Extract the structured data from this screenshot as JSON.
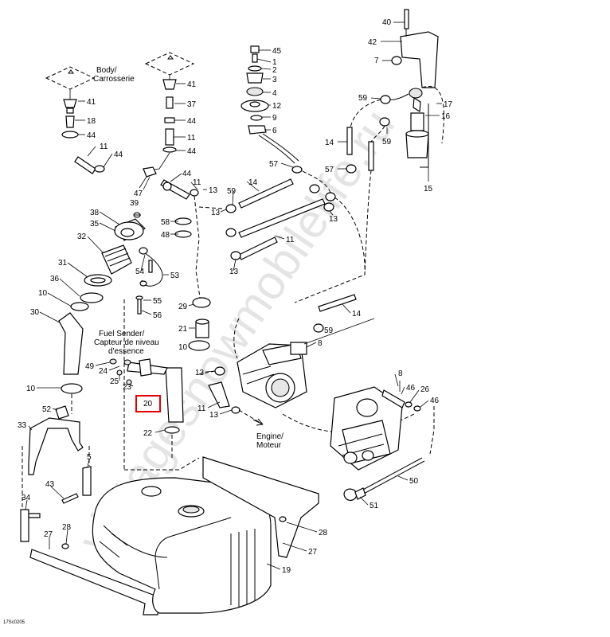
{
  "diagram": {
    "labels": {
      "l40": "40",
      "l42": "42",
      "l7": "7",
      "l45": "45",
      "l1": "1",
      "l2": "2",
      "l3": "3",
      "l4": "4",
      "l12": "12",
      "l9": "9",
      "l6": "6",
      "l59a": "59",
      "l17": "17",
      "l16": "16",
      "l59b": "59",
      "l15": "15",
      "l14a": "14",
      "l57": "57",
      "l57b": "57",
      "l41a": "41",
      "l18": "18",
      "l44a": "44",
      "l11a": "11",
      "l44b": "44",
      "l41b": "41",
      "l37": "37",
      "l44c": "44",
      "l11b": "11",
      "l44d": "44",
      "l44e": "44",
      "l47": "47",
      "l11c": "11",
      "l13a": "13",
      "l14b": "14",
      "l59c": "59",
      "l13b": "13",
      "l11d": "11",
      "l13c": "13",
      "l39": "39",
      "l38": "38",
      "l35": "35",
      "l32": "32",
      "l58": "58",
      "l48": "48",
      "l54": "54",
      "l53": "53",
      "l31": "31",
      "l36": "36",
      "l10a": "10",
      "l30": "30",
      "l55": "55",
      "l56": "56",
      "l29": "29",
      "l21": "21",
      "l10b": "10",
      "l14c": "14",
      "l59d": "59",
      "l8a": "8",
      "l49": "49",
      "l24": "24",
      "l25": "25",
      "l23": "23",
      "l10c": "10",
      "l13d": "13",
      "l11e": "11",
      "l13e": "13",
      "l20": "20",
      "l22": "22",
      "l8b": "8",
      "l46a": "46",
      "l26": "26",
      "l46b": "46",
      "l52": "52",
      "l33": "33",
      "l5": "5",
      "l43": "43",
      "l34": "34",
      "l27a": "27",
      "l28a": "28",
      "l28b": "28",
      "l27b": "27",
      "l19": "19",
      "l50": "50",
      "l51": "51"
    },
    "notes": {
      "body": "Body/",
      "carrosserie": "Carrosserie",
      "fuel_sender_1": "Fuel Sender/",
      "fuel_sender_2": "Capteur de niveau",
      "fuel_sender_3": "d'essence",
      "engine_1": "Engine/",
      "engine_2": "Moteur",
      "drawing_code": "17Sc0205"
    },
    "watermark": "vintagesnowmobilelife.ru",
    "highlight_color": "#e00000"
  }
}
